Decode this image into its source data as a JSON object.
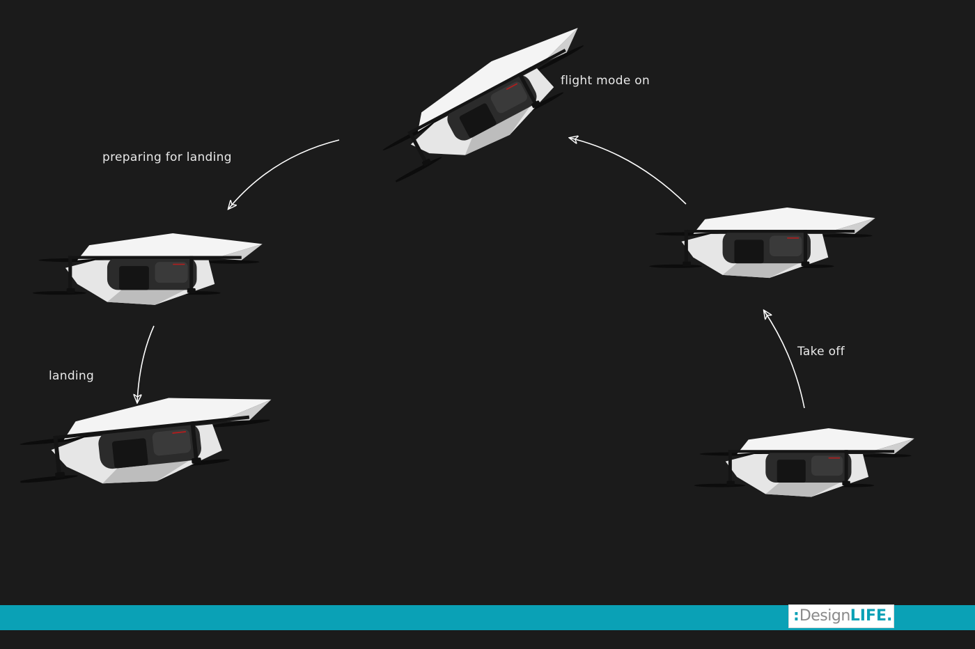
{
  "labels": {
    "flight_mode": "flight mode on",
    "preparing": "preparing for landing",
    "landing": "landing",
    "take_off": "Take off"
  },
  "logo": {
    "colon": ":",
    "design": "Design",
    "life": "LIFE",
    "dot": "."
  },
  "colors": {
    "background": "#1b1b1b",
    "accent_bar": "#0aa1b6",
    "drone_shell": "#f2f2f2",
    "drone_body": "#2a2a2a",
    "indicator": "#b01e1e"
  }
}
